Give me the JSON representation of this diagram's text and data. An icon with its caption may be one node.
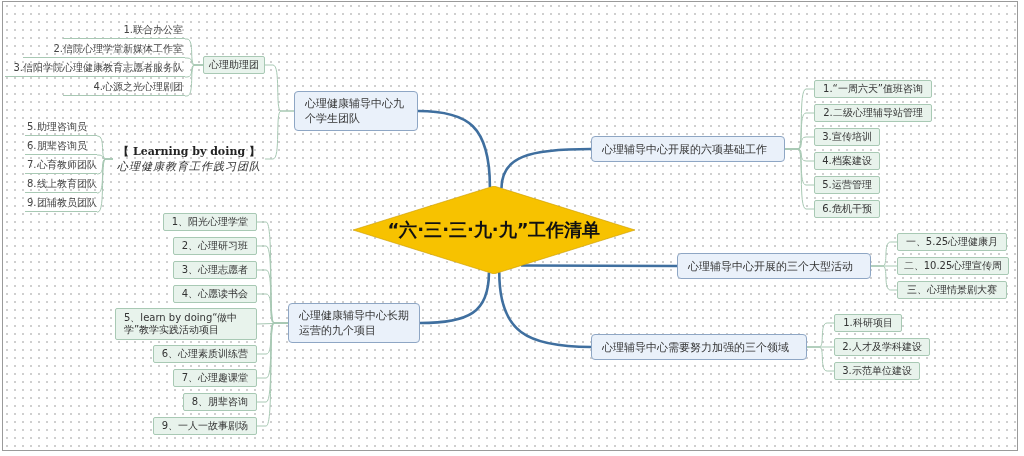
{
  "diagram": {
    "nodes": [
      {
        "text": [
          "“六·三·三·九·九”工作清单"
        ]
      },
      {
        "text": [
          "心理健康辅导中心九个学生团队"
        ]
      },
      {
        "text": [
          "心理助理团"
        ]
      },
      {
        "text": [
          "1.联合办公室"
        ]
      },
      {
        "text": [
          "2.信院心理学堂新媒体工作室"
        ]
      },
      {
        "text": [
          "3.信阳学院心理健康教育志愿者服务队"
        ]
      },
      {
        "text": [
          "4.心源之光心理剧团"
        ]
      },
      {
        "text": [
          "【 Learning by doing 】",
          "心理健康教育工作践习团队"
        ]
      },
      {
        "text": [
          "5.助理咨询员"
        ]
      },
      {
        "text": [
          "6.朋辈咨询员"
        ]
      },
      {
        "text": [
          "7.心育教师团队"
        ]
      },
      {
        "text": [
          "8.线上教育团队"
        ]
      },
      {
        "text": [
          "9.团辅教员团队"
        ]
      },
      {
        "text": [
          "心理健康辅导中心长期运营的九个项目"
        ]
      },
      {
        "text": [
          "1、阳光心理学堂"
        ]
      },
      {
        "text": [
          "2、心理研习班"
        ]
      },
      {
        "text": [
          "3、心理志愿者"
        ]
      },
      {
        "text": [
          "4、心愿读书会"
        ]
      },
      {
        "text": [
          "5、learn by doing“做中学”教学实践活动项目"
        ]
      },
      {
        "text": [
          "6、心理素质训练营"
        ]
      },
      {
        "text": [
          "7、心理趣课堂"
        ]
      },
      {
        "text": [
          "8、朋辈咨询"
        ]
      },
      {
        "text": [
          "9、一人一故事剧场"
        ]
      },
      {
        "text": [
          "心理辅导中心开展的六项基础工作"
        ]
      },
      {
        "text": [
          "1.“一周六天”值班咨询"
        ]
      },
      {
        "text": [
          "2.二级心理辅导站管理"
        ]
      },
      {
        "text": [
          "3.宣传培训"
        ]
      },
      {
        "text": [
          "4.档案建设"
        ]
      },
      {
        "text": [
          "5.运营管理"
        ]
      },
      {
        "text": [
          "6.危机干预"
        ]
      },
      {
        "text": [
          "心理辅导中心开展的三个大型活动"
        ]
      },
      {
        "text": [
          "一、5.25心理健康月"
        ]
      },
      {
        "text": [
          "二、10.25心理宣传周"
        ]
      },
      {
        "text": [
          "三、心理情景剧大赛"
        ]
      },
      {
        "text": [
          "心理辅导中心需要努力加强的三个领域"
        ]
      },
      {
        "text": [
          "1.科研项目"
        ]
      },
      {
        "text": [
          "2.人才及学科建设"
        ]
      },
      {
        "text": [
          "3.示范单位建设"
        ]
      }
    ],
    "edges": [
      {
        "from": 0,
        "to": 1,
        "arrow": "none",
        "style": "thick",
        "color": "#3f6f9f"
      },
      {
        "from": 1,
        "to": 2,
        "arrow": "none"
      },
      {
        "from": 2,
        "to": 3,
        "arrow": "none"
      },
      {
        "from": 2,
        "to": 4,
        "arrow": "none"
      },
      {
        "from": 2,
        "to": 5,
        "arrow": "none"
      },
      {
        "from": 2,
        "to": 6,
        "arrow": "none"
      },
      {
        "from": 1,
        "to": 7,
        "arrow": "none"
      },
      {
        "from": 7,
        "to": 8,
        "arrow": "none"
      },
      {
        "from": 7,
        "to": 9,
        "arrow": "none"
      },
      {
        "from": 7,
        "to": 10,
        "arrow": "none"
      },
      {
        "from": 7,
        "to": 11,
        "arrow": "none"
      },
      {
        "from": 7,
        "to": 12,
        "arrow": "none"
      },
      {
        "from": 0,
        "to": 13,
        "arrow": "none",
        "style": "thick",
        "color": "#3f6f9f"
      },
      {
        "from": 13,
        "to": 14,
        "arrow": "none"
      },
      {
        "from": 13,
        "to": 15,
        "arrow": "none"
      },
      {
        "from": 13,
        "to": 16,
        "arrow": "none"
      },
      {
        "from": 13,
        "to": 17,
        "arrow": "none"
      },
      {
        "from": 13,
        "to": 18,
        "arrow": "none"
      },
      {
        "from": 13,
        "to": 19,
        "arrow": "none"
      },
      {
        "from": 13,
        "to": 20,
        "arrow": "none"
      },
      {
        "from": 13,
        "to": 21,
        "arrow": "none"
      },
      {
        "from": 13,
        "to": 22,
        "arrow": "none"
      },
      {
        "from": 0,
        "to": 23,
        "arrow": "none",
        "style": "thick",
        "color": "#3f6f9f"
      },
      {
        "from": 23,
        "to": 24,
        "arrow": "none"
      },
      {
        "from": 23,
        "to": 25,
        "arrow": "none"
      },
      {
        "from": 23,
        "to": 26,
        "arrow": "none"
      },
      {
        "from": 23,
        "to": 27,
        "arrow": "none"
      },
      {
        "from": 23,
        "to": 28,
        "arrow": "none"
      },
      {
        "from": 23,
        "to": 29,
        "arrow": "none"
      },
      {
        "from": 0,
        "to": 30,
        "arrow": "none",
        "style": "thick",
        "color": "#3f6f9f"
      },
      {
        "from": 30,
        "to": 31,
        "arrow": "none"
      },
      {
        "from": 30,
        "to": 32,
        "arrow": "none"
      },
      {
        "from": 30,
        "to": 33,
        "arrow": "none"
      },
      {
        "from": 0,
        "to": 34,
        "arrow": "none",
        "style": "thick",
        "color": "#3f6f9f"
      },
      {
        "from": 34,
        "to": 35,
        "arrow": "none"
      },
      {
        "from": 34,
        "to": 36,
        "arrow": "none"
      },
      {
        "from": 34,
        "to": 37,
        "arrow": "none"
      }
    ]
  }
}
